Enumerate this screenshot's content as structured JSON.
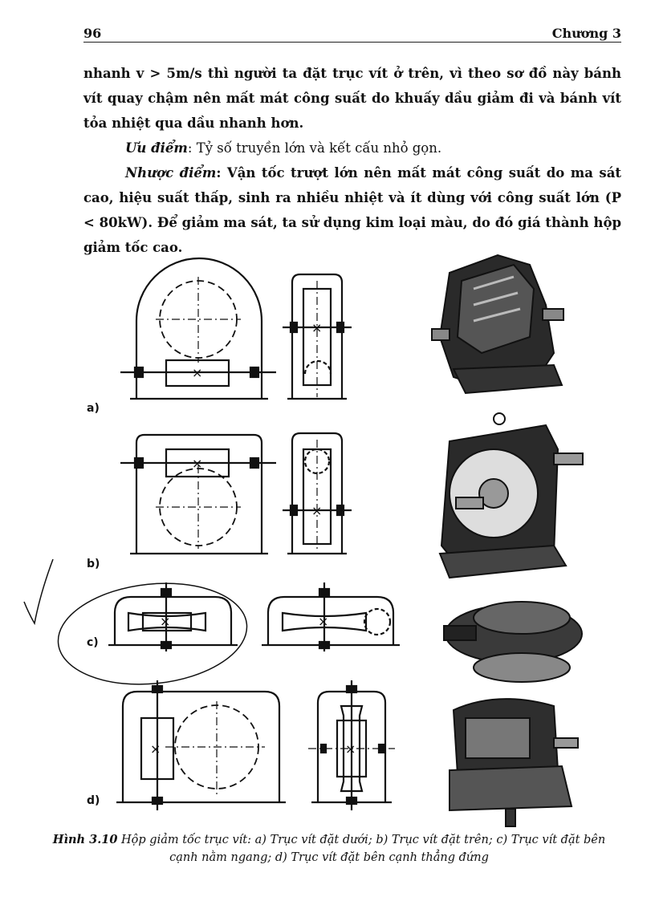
{
  "header": {
    "page_number": "96",
    "chapter": "Chương 3"
  },
  "para1": "nhanh v > 5m/s thì người ta đặt trục vít ở trên, vì theo sơ đồ này bánh vít quay chậm nên mất mát công suất do khuấy dầu giảm đi và bánh vít tỏa nhiệt qua dầu nhanh hơn.",
  "para2": {
    "label": "Ưu điểm",
    "text": ": Tỷ số truyền lớn và kết cấu nhỏ gọn."
  },
  "para3": {
    "label": "Nhược điểm",
    "text": ": Vận tốc trượt lớn nên mất mát công suất do ma sát cao, hiệu suất thấp, sinh ra nhiều nhiệt và ít dùng với công suất lớn (P < 80kW). Để giảm ma sát, ta sử dụng kim loại màu, do đó giá thành hộp giảm tốc cao."
  },
  "figure": {
    "labels": {
      "a": "a)",
      "b": "b)",
      "c": "c)",
      "d": "d)"
    },
    "caption_num": "Hình 3.10",
    "caption_text": " Hộp giảm tốc trục vít: a) Trục vít đặt dưới;  b) Trục vít đặt trên; c) Trục vít đặt bên cạnh nằm ngang;  d) Trục vít đặt bên cạnh thẳng đứng"
  }
}
